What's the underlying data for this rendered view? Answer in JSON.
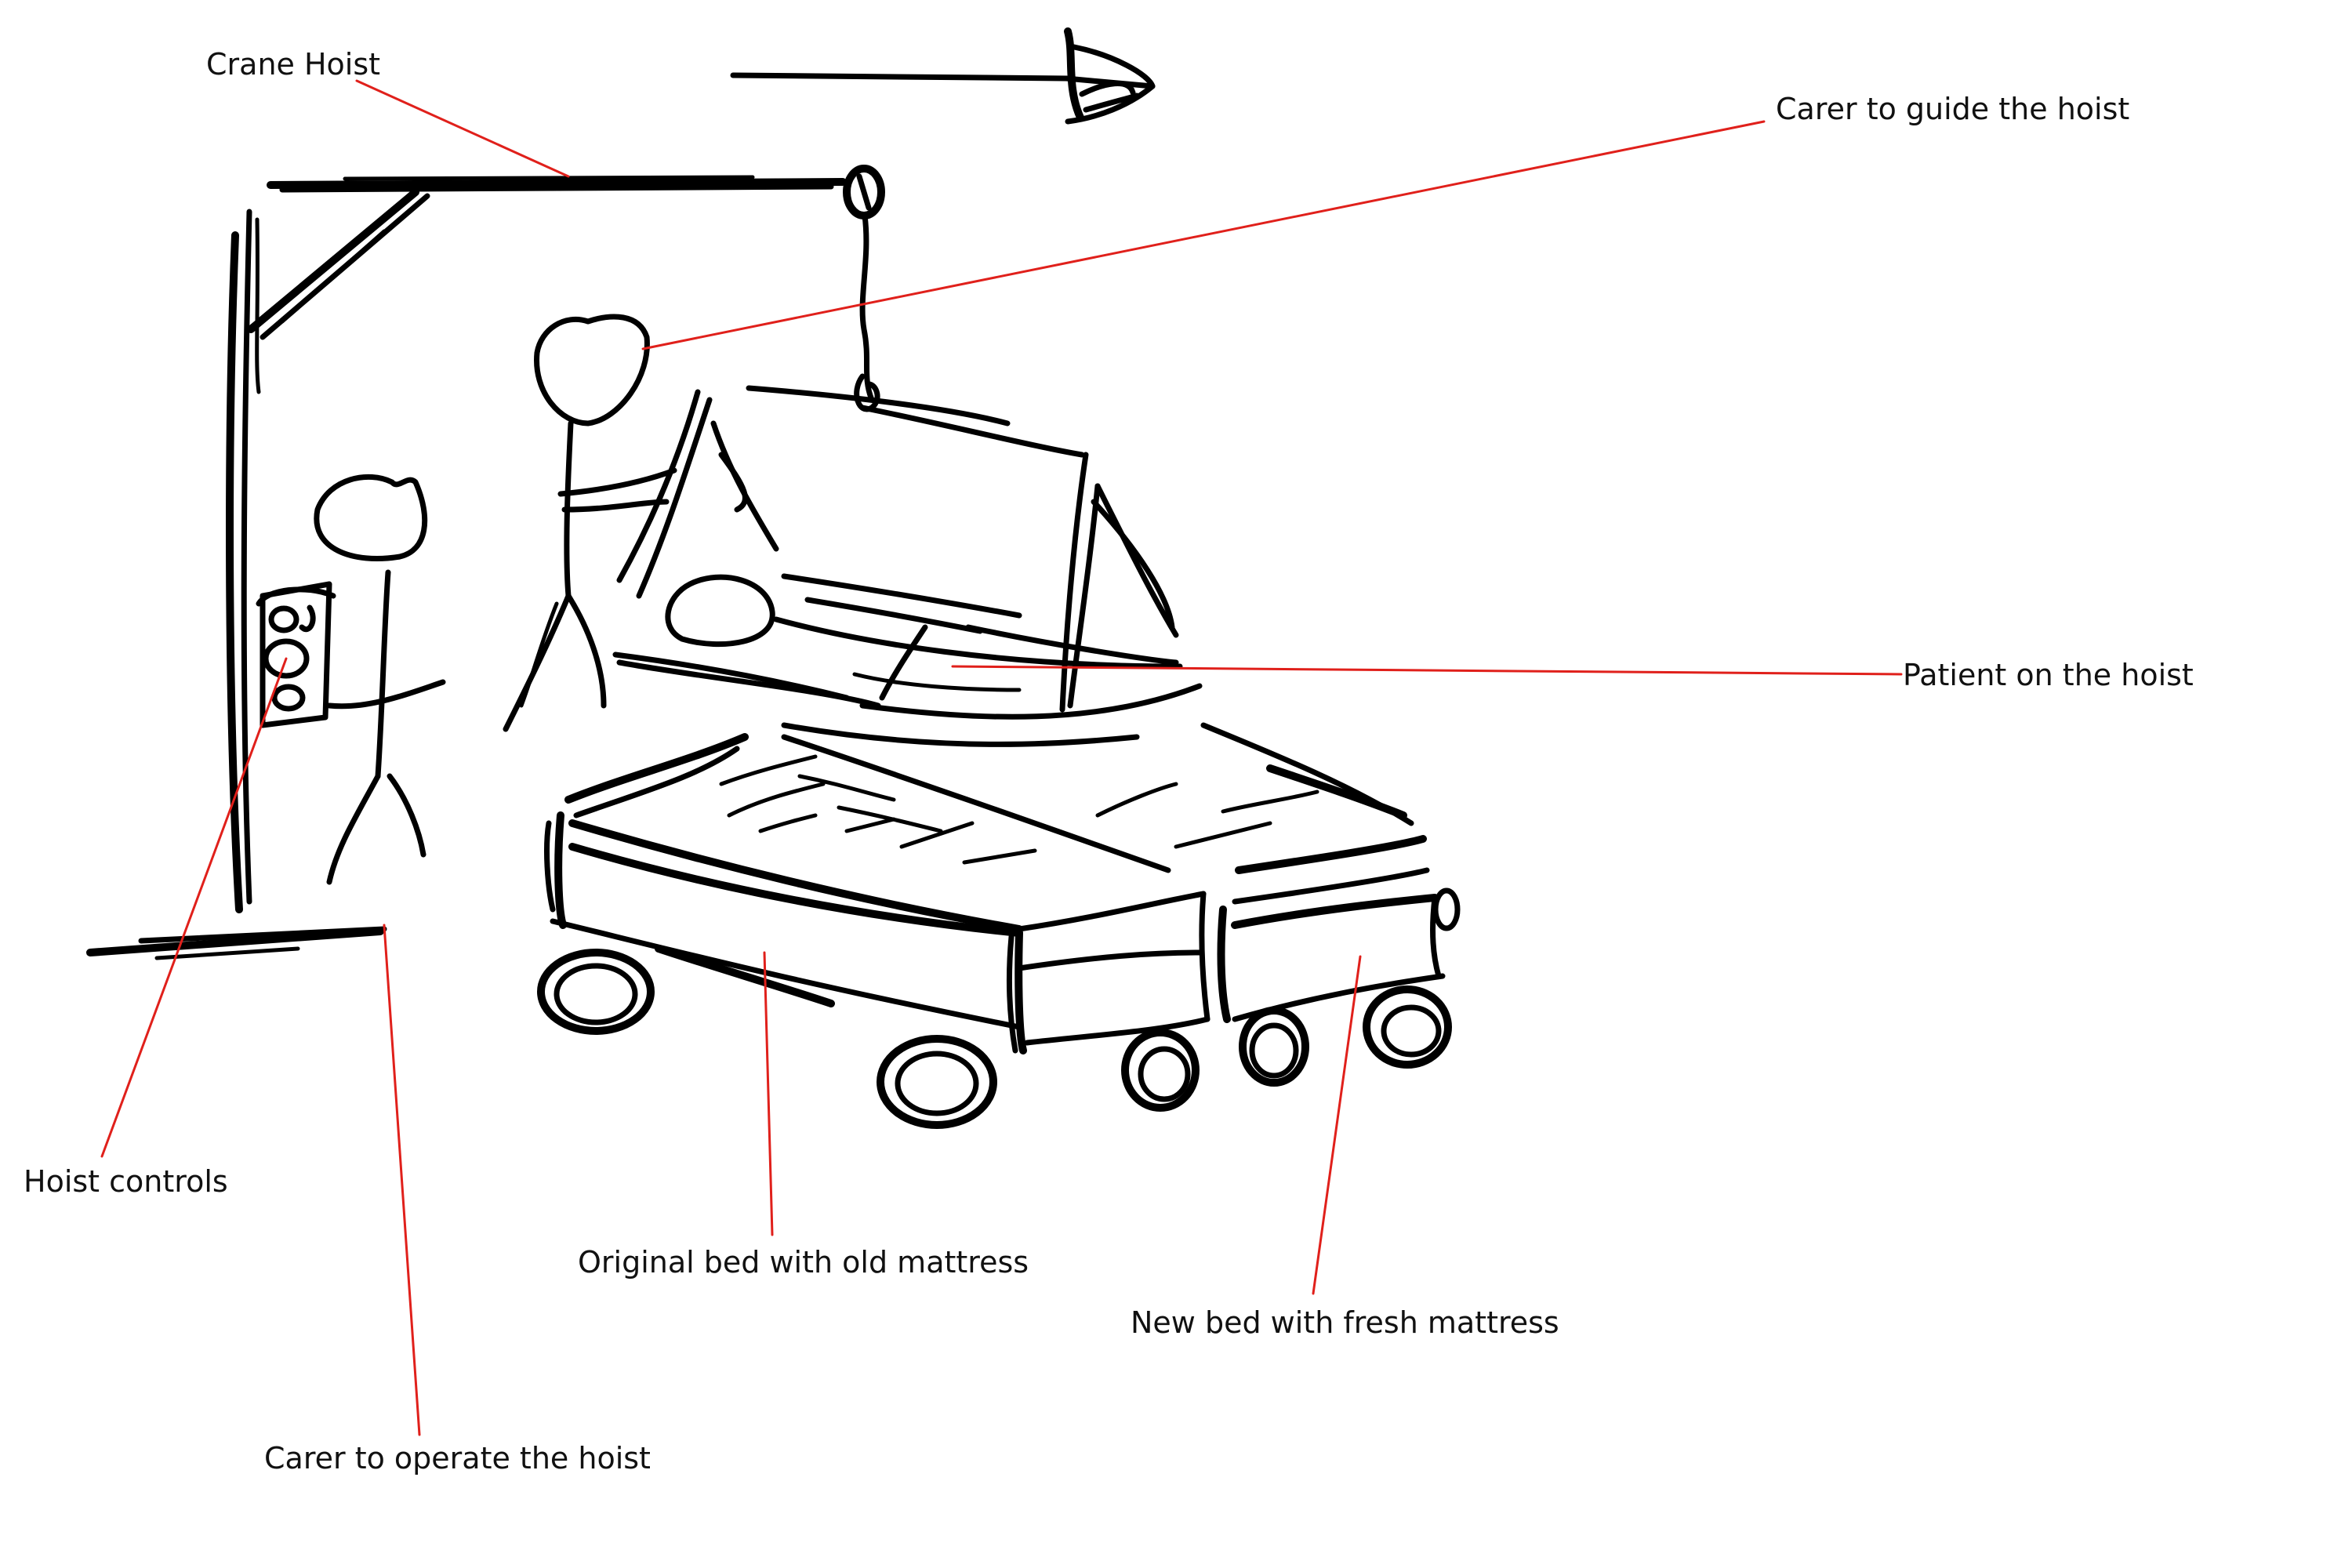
{
  "labels": {
    "crane_hoist": "Crane Hoist",
    "carer_guide": "Carer to guide the hoist",
    "patient": "Patient on the hoist",
    "hoist_controls": "Hoist controls",
    "original_bed": "Original bed with old mattress",
    "new_bed": "New bed with fresh mattress",
    "carer_operate": "Carer to operate the hoist"
  },
  "colors": {
    "ink": "#000000",
    "leader": "#e0201b",
    "background": "#ffffff"
  }
}
